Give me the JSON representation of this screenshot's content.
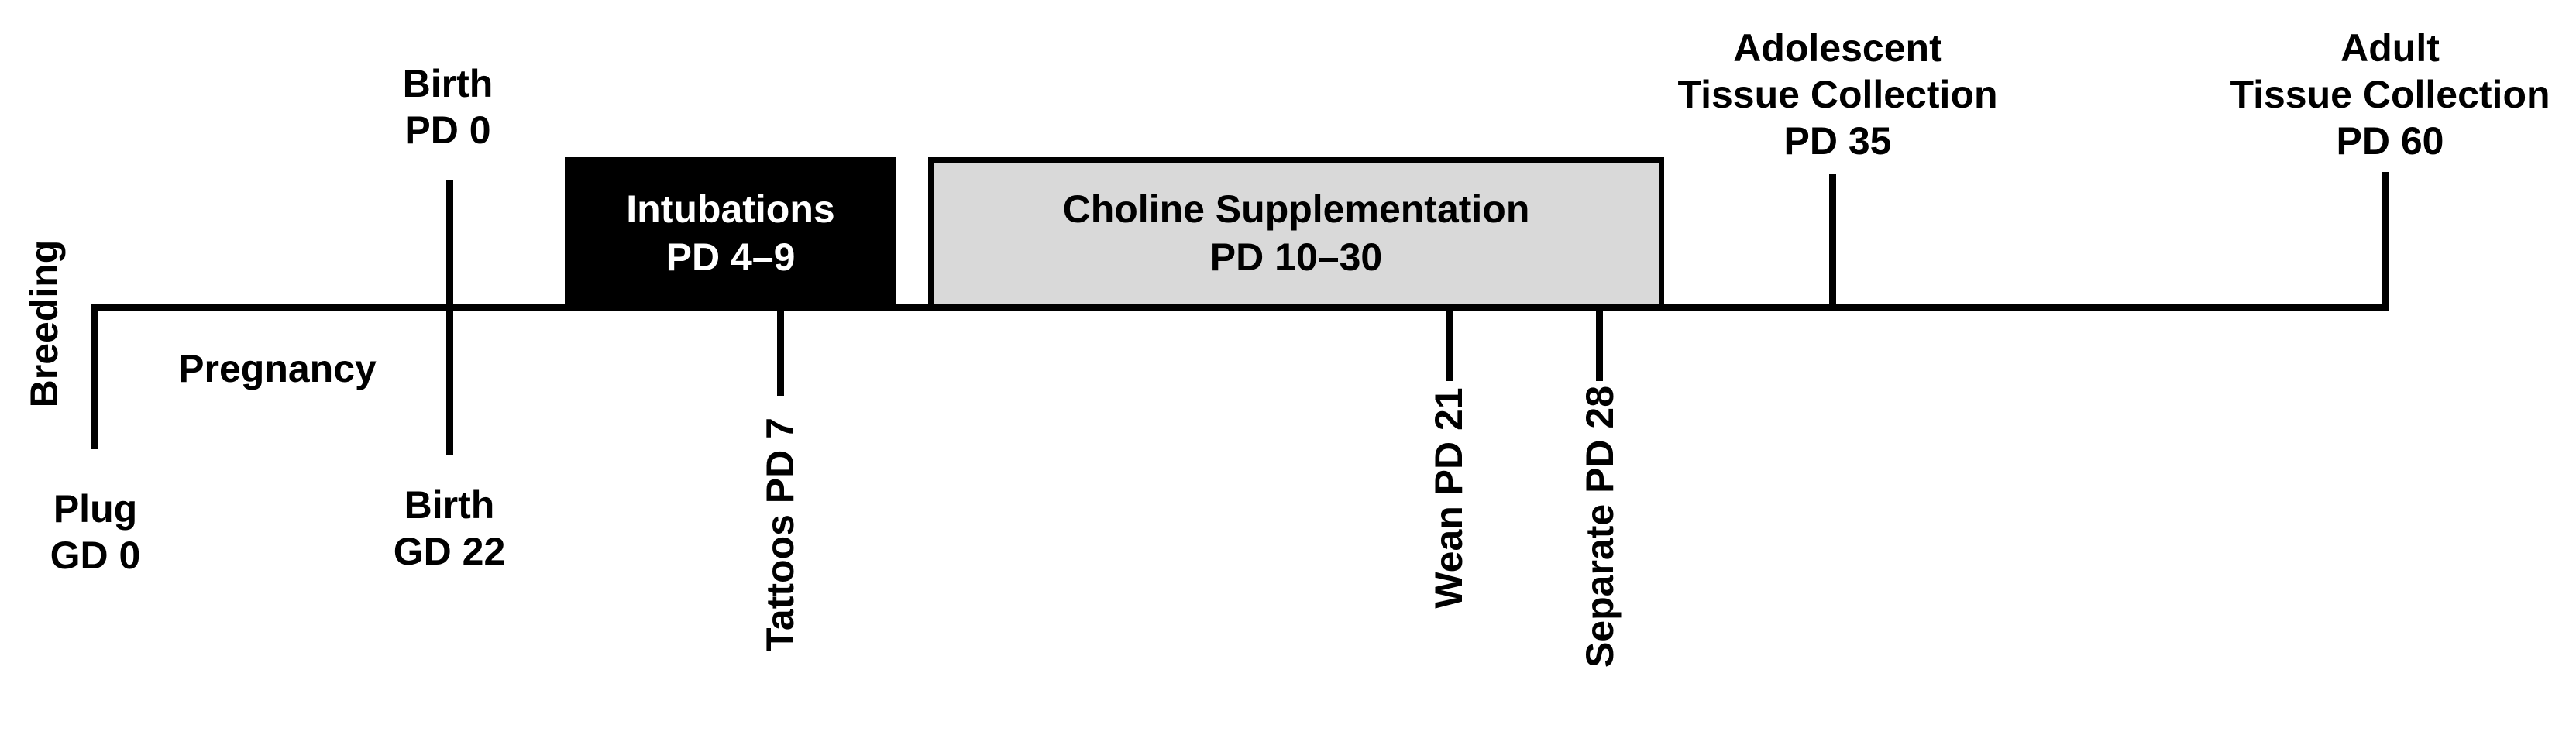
{
  "figure": {
    "background": "#ffffff",
    "line_color": "#000000",
    "text_color": "#000000"
  },
  "phases": {
    "breeding": "Breeding",
    "pregnancy": "Pregnancy"
  },
  "boxes": {
    "intubations": {
      "line1": "Intubations",
      "line2": "PD 4–9",
      "fill": "#000000",
      "text_color": "#ffffff"
    },
    "choline": {
      "line1": "Choline Supplementation",
      "line2": "PD 10–30",
      "fill": "#d9d9d9",
      "border_color": "#000000",
      "text_color": "#000000"
    }
  },
  "milestones": {
    "plug": {
      "line1": "Plug",
      "line2": "GD 0"
    },
    "birth_above": {
      "line1": "Birth",
      "line2": "PD 0"
    },
    "birth_below": {
      "line1": "Birth",
      "line2": "GD 22"
    },
    "tattoos": {
      "label": "Tattoos PD 7"
    },
    "wean": {
      "label": "Wean PD 21"
    },
    "separate": {
      "label": "Separate PD 28"
    },
    "adolescent": {
      "line1": "Adolescent",
      "line2": "Tissue Collection",
      "line3": "PD 35"
    },
    "adult": {
      "line1": "Adult",
      "line2": "Tissue Collection",
      "line3": "PD 60"
    }
  }
}
